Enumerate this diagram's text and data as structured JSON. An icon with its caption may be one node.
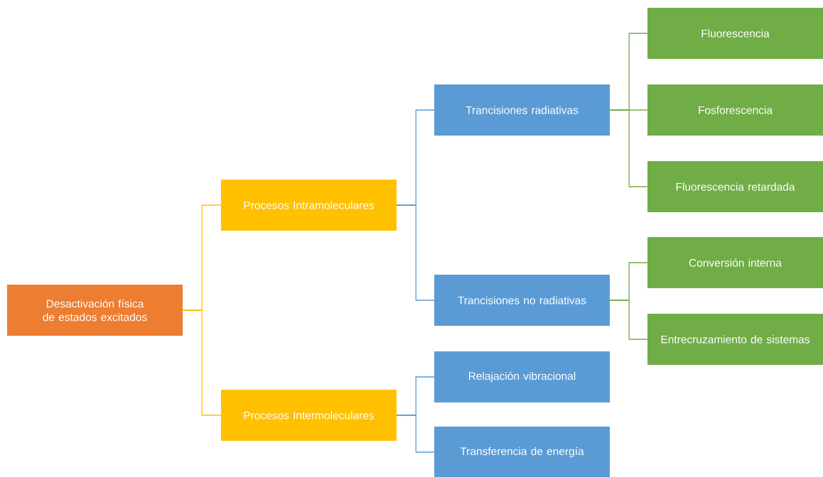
{
  "diagram": {
    "nodes": [
      {
        "text": [
          "Desactivación física de estados excitados"
        ]
      },
      {
        "text": [
          "Procesos Intramoleculares"
        ]
      },
      {
        "text": [
          "Procesos Intermoleculares"
        ]
      },
      {
        "text": [
          "Trancisiones radiativas"
        ]
      },
      {
        "text": [
          "Trancisiones no radiativas"
        ]
      },
      {
        "text": [
          "Relajación vibracional"
        ]
      },
      {
        "text": [
          "Transferencia de energía"
        ]
      },
      {
        "text": [
          "Fluorescencia"
        ]
      },
      {
        "text": [
          "Fosforescencia"
        ]
      },
      {
        "text": [
          "Fluorescencia retardada"
        ]
      },
      {
        "text": [
          "Conversión interna"
        ]
      },
      {
        "text": [
          "Entrecruzamiento de sistemas"
        ]
      }
    ],
    "edges": [
      {
        "from": 0,
        "to": 1,
        "arrow": "none",
        "color": "#ffc000"
      },
      {
        "from": 0,
        "to": 2,
        "arrow": "none",
        "color": "#ffc000"
      },
      {
        "from": 1,
        "to": 3,
        "arrow": "none",
        "color": "#5b9bd5"
      },
      {
        "from": 1,
        "to": 4,
        "arrow": "none",
        "color": "#5b9bd5"
      },
      {
        "from": 2,
        "to": 5,
        "arrow": "none",
        "color": "#5b9bd5"
      },
      {
        "from": 2,
        "to": 6,
        "arrow": "none",
        "color": "#5b9bd5"
      },
      {
        "from": 3,
        "to": 7,
        "arrow": "none",
        "color": "#70ad47"
      },
      {
        "from": 3,
        "to": 8,
        "arrow": "none",
        "color": "#70ad47"
      },
      {
        "from": 3,
        "to": 9,
        "arrow": "none",
        "color": "#70ad47"
      },
      {
        "from": 4,
        "to": 10,
        "arrow": "none",
        "color": "#70ad47"
      },
      {
        "from": 4,
        "to": 11,
        "arrow": "none",
        "color": "#70ad47"
      }
    ]
  }
}
